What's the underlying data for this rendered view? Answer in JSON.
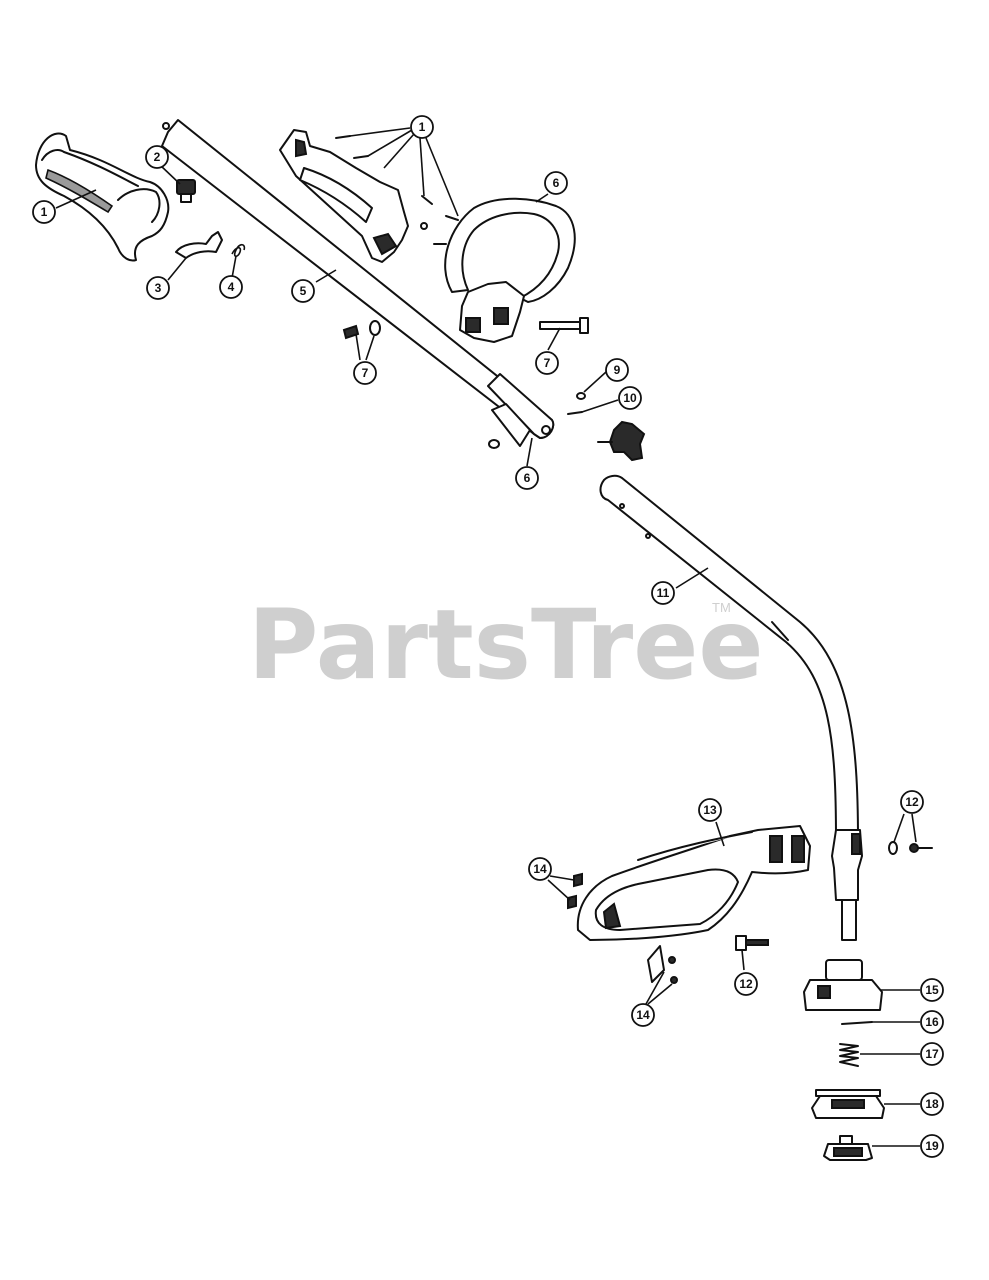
{
  "watermark": {
    "text": "PartsTree",
    "trademark": "TM"
  },
  "callouts": {
    "c1a": "1",
    "c1b": "1",
    "c2": "2",
    "c3": "3",
    "c4": "4",
    "c5": "5",
    "c6a": "6",
    "c6b": "6",
    "c7a": "7",
    "c7b": "7",
    "c9": "9",
    "c10": "10",
    "c11": "11",
    "c12a": "12",
    "c12b": "12",
    "c13": "13",
    "c14a": "14",
    "c14b": "14",
    "c15": "15",
    "c16": "16",
    "c17": "17",
    "c18": "18",
    "c19": "19"
  },
  "colors": {
    "line": "#111111",
    "watermark": "#cfcfcf",
    "background": "#ffffff"
  }
}
